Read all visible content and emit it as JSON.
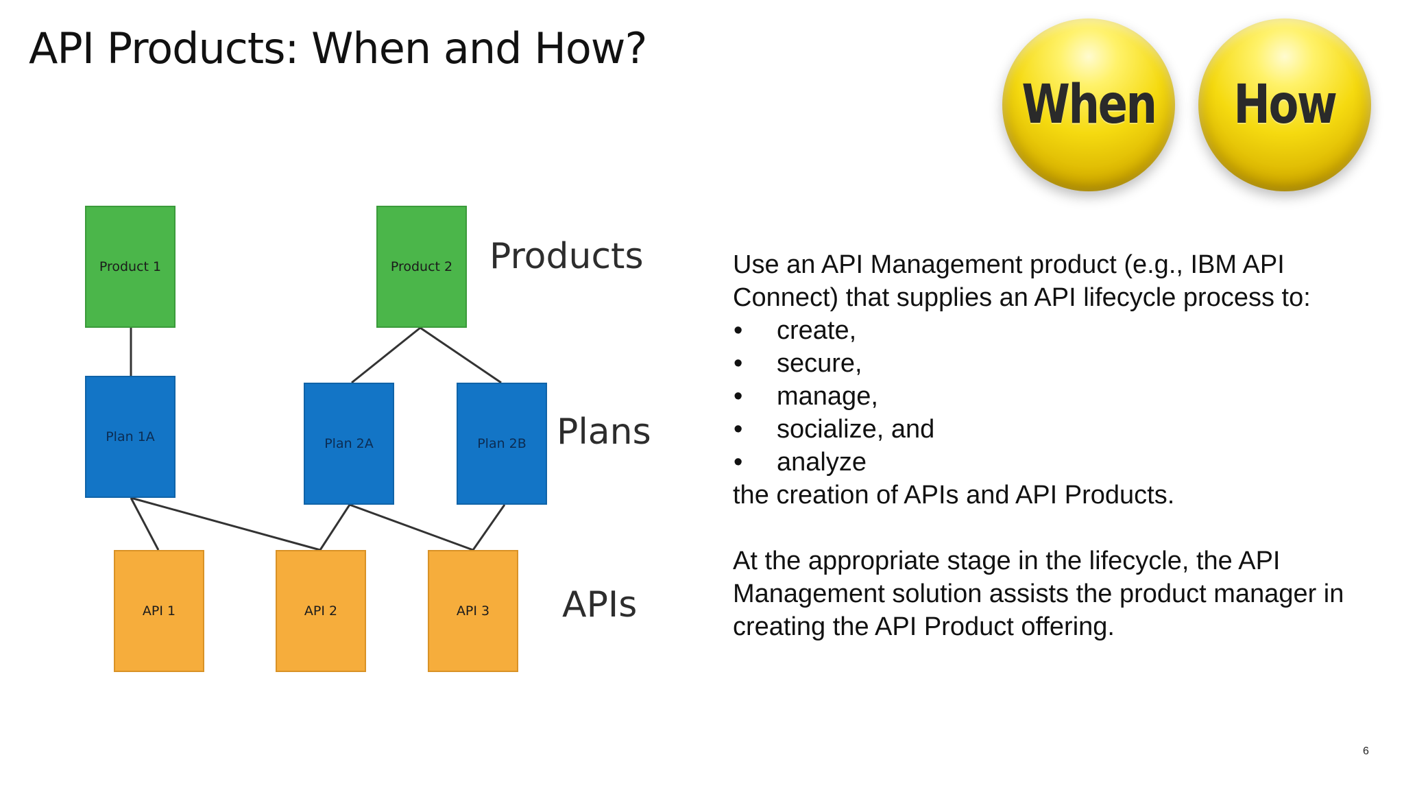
{
  "title": "API Products: When and How?",
  "badges": {
    "when": "When",
    "how": "How"
  },
  "diagram": {
    "products": [
      "Product 1",
      "Product 2"
    ],
    "plans": [
      "Plan 1A",
      "Plan 2A",
      "Plan 2B"
    ],
    "apis": [
      "API 1",
      "API 2",
      "API 3"
    ],
    "level_labels": {
      "products": "Products",
      "plans": "Plans",
      "apis": "APIs"
    },
    "colors": {
      "product": "#4bb64a",
      "plan": "#1375c6",
      "api": "#f6ad3c",
      "connector": "#333333"
    }
  },
  "body": {
    "intro": "Use an API Management product (e.g., IBM API Connect) that supplies an API lifecycle process to:",
    "bullets": [
      "create,",
      "secure,",
      "manage,",
      "socialize, and",
      "analyze"
    ],
    "after_bullets": "the creation of APIs and API Products.",
    "paragraph2": "At the appropriate stage in the lifecycle, the API Management solution assists the product manager in creating the API Product offering."
  },
  "page_number": "6"
}
